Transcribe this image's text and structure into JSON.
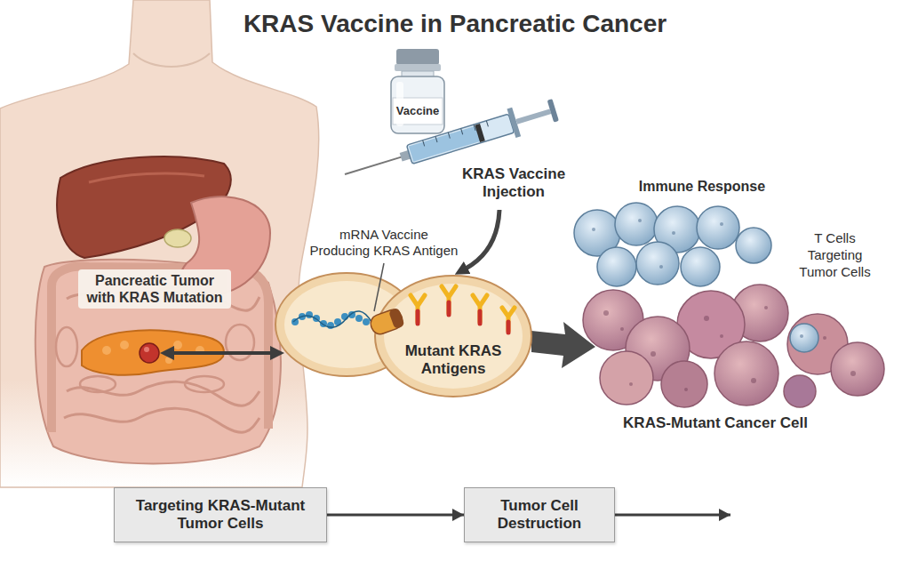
{
  "diagram": {
    "title": "KRAS Vaccine in Pancreatic Cancer",
    "nodes": [
      {
        "text": [
          "Mutant KRAS Antigens"
        ]
      },
      {
        "text": [
          "Targeting KRAS-Mutant Tumor Cells"
        ]
      },
      {
        "text": [
          "Tumor Cell Destruction"
        ]
      }
    ],
    "edges": [
      {
        "from": 1,
        "to": 2,
        "arrow": "to"
      }
    ],
    "labels": [
      "Vaccine",
      "KRAS Vaccine Injection",
      "mRNA Vaccine Producing KRAS Antigen",
      "Pancreatic Tumor with KRAS Mutation",
      "Immune Response",
      "T Cells Targeting Tumor Cells",
      "KRAS-Mutant Cancer Cell"
    ]
  }
}
